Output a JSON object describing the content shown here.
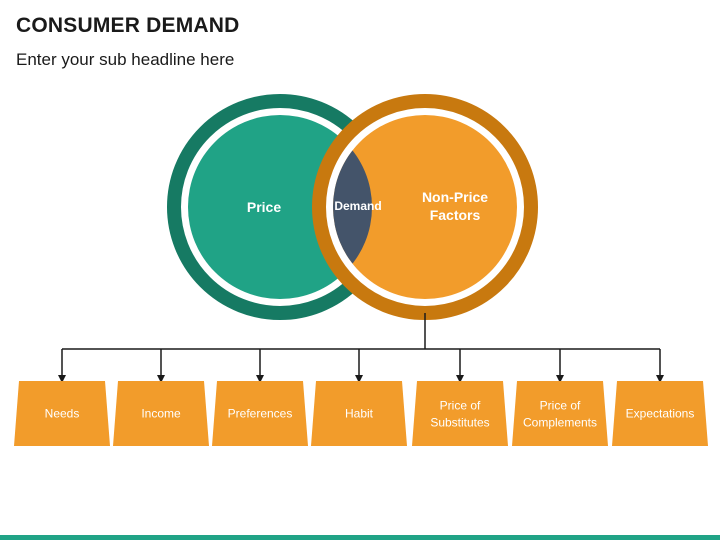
{
  "slide": {
    "title": "CONSUMER DEMAND",
    "subtitle": "Enter your sub headline here"
  },
  "venn": {
    "left": {
      "label": "Price",
      "fill": "#20a386",
      "ring": "#167a63"
    },
    "right": {
      "label_line1": "Non-Price",
      "label_line2": "Factors",
      "fill": "#f29c2b",
      "ring": "#c8790f"
    },
    "overlap": {
      "label": "Demand",
      "fill": "#44546a"
    }
  },
  "factors": [
    {
      "line1": "Needs",
      "line2": ""
    },
    {
      "line1": "Income",
      "line2": ""
    },
    {
      "line1": "Preferences",
      "line2": ""
    },
    {
      "line1": "Habit",
      "line2": ""
    },
    {
      "line1": "Price of",
      "line2": "Substitutes"
    },
    {
      "line1": "Price of",
      "line2": "Complements"
    },
    {
      "line1": "Expectations",
      "line2": ""
    }
  ],
  "colors": {
    "box_fill": "#f29c2b",
    "connector": "#1a1a1a",
    "accent_bar": "#20a386"
  }
}
